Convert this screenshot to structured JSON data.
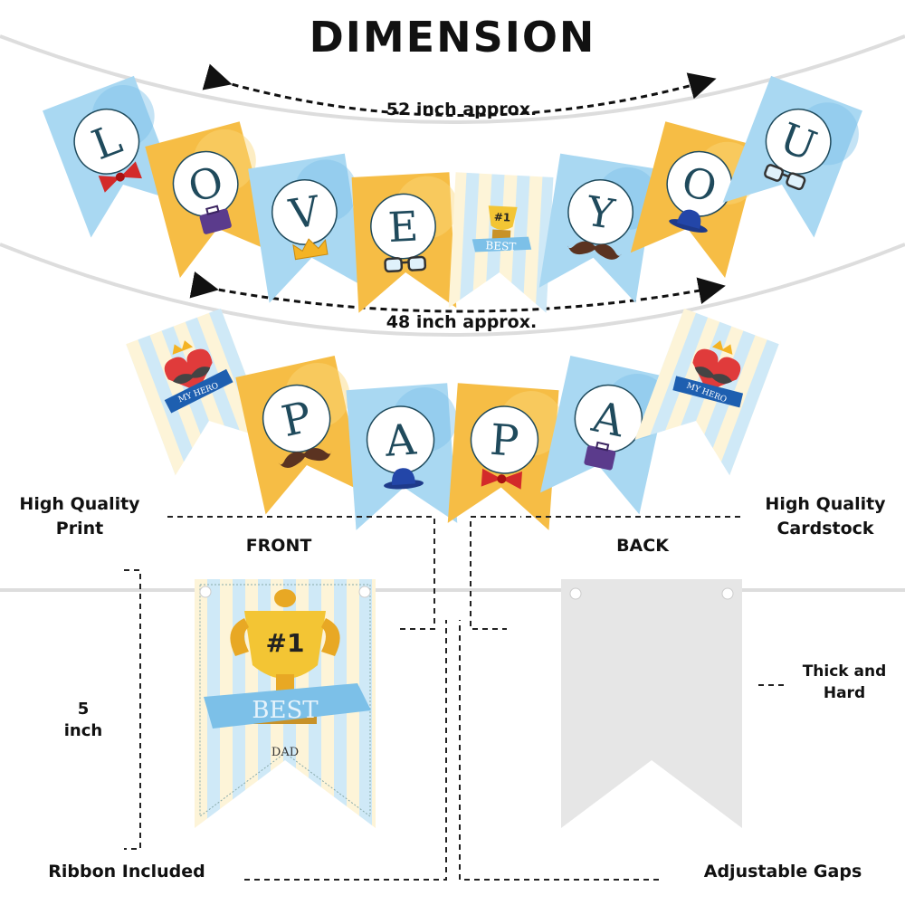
{
  "title": "DIMENSION",
  "banner1": {
    "size_label": "52 inch approx.",
    "letters": [
      "L",
      "O",
      "V",
      "E",
      "",
      "Y",
      "O",
      "U"
    ],
    "icons": [
      "bow-tie-icon",
      "briefcase-icon",
      "crown-icon",
      "glasses-icon",
      "trophy-icon",
      "mustache-icon",
      "hat-icon",
      "glasses-icon"
    ],
    "bg": [
      "blue",
      "orange",
      "blue",
      "orange",
      "stripe",
      "blue",
      "orange",
      "blue"
    ]
  },
  "banner2": {
    "size_label": "48 inch approx.",
    "letters": [
      "",
      "P",
      "A",
      "P",
      "A",
      ""
    ],
    "icons": [
      "heart-hero-icon",
      "mustache-icon",
      "hat-icon",
      "bow-tie-icon",
      "briefcase-icon",
      "heart-hero-icon"
    ],
    "bg": [
      "stripe",
      "orange",
      "blue",
      "orange",
      "blue",
      "stripe"
    ]
  },
  "trophy": {
    "rank": "#1",
    "best": "BEST",
    "dad": "DAD"
  },
  "hero_text": "MY HERO",
  "labels": {
    "front": "FRONT",
    "back": "BACK",
    "high_quality_print": [
      "High Quality",
      "Print"
    ],
    "high_quality_cardstock": [
      "High Quality",
      "Cardstock"
    ],
    "height": [
      "5",
      "inch"
    ],
    "thick": [
      "Thick and",
      "Hard"
    ],
    "ribbon": "Ribbon Included",
    "gaps": "Adjustable Gaps"
  },
  "colors": {
    "blue": "#a9d8f2",
    "blue_dark": "#7cc0e8",
    "orange": "#f6bd45",
    "orange_light": "#fbd67a",
    "stripe_a": "#fdf4d8",
    "stripe_b": "#cfe9f7",
    "letter": "#1f4a5c",
    "back_card": "#e6e6e6"
  }
}
